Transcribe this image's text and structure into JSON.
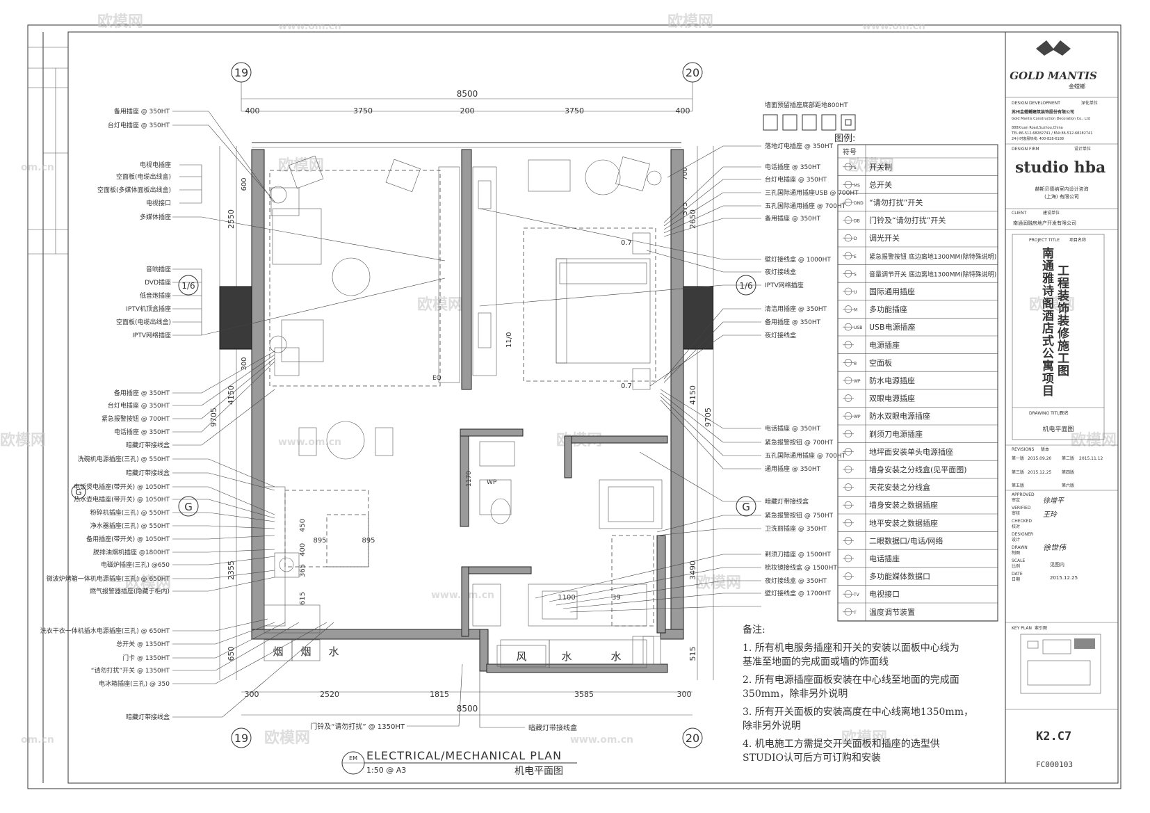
{
  "watermark": {
    "brand": "欧模网",
    "url": "www.om.cn",
    "short": "om.cn"
  },
  "grid": {
    "top_left": "19",
    "top_right": "20",
    "mid_left": "1/6",
    "mid_right": "1/6",
    "g_left": "G",
    "g_right": "G",
    "bottom_left": "19",
    "bottom_right": "20"
  },
  "dimensions": {
    "top_total": "8500",
    "top_a": "400",
    "top_b": "3750",
    "top_c": "200",
    "top_d": "3750",
    "top_e": "400",
    "bottom_total": "8500",
    "bottom_a": "300",
    "bottom_b": "2520",
    "bottom_c": "1815",
    "bottom_d": "3585",
    "bottom_e": "300",
    "left_total": "9705",
    "left_a": "2550",
    "left_b": "4150",
    "left_c": "2355",
    "left_d": "650",
    "left_e": "600",
    "left_f": "300",
    "right_total": "9705",
    "right_a": "2650",
    "right_b": "4150",
    "right_c": "3490",
    "right_d": "515",
    "right_e": "575",
    "right_f": "700",
    "inner_a": "895",
    "inner_b": "895",
    "inner_c": "1100",
    "inner_d": "450",
    "inner_e": "400",
    "inner_f": "365",
    "inner_g": "615",
    "inner_h": "1170",
    "inner_i": "300",
    "inner_j": "39"
  },
  "left_labels": [
    "备用插座 @ 350HT",
    "台灯电插座 @ 350HT",
    "电视电插座",
    "空面板(电缆出线盒)",
    "空面板(多媒体面板出线盒)",
    "电视接口",
    "多媒体插座",
    "音响插座",
    "DVD插座",
    "低音炮插座",
    "IPTV机顶盒插座",
    "空面板(电缆出线盒)",
    "IPTV网络插座",
    "备用插座 @ 350HT",
    "台灯电插座 @ 350HT",
    "紧急报警按钮 @ 700HT",
    "电话插座 @ 350HT",
    "暗藏灯带接线盒",
    "洗碗机电源插座(三孔) @ 550HT",
    "暗藏灯带接线盒",
    "电饭煲电插座(带开关) @ 1050HT",
    "热水壶电插座(带开关) @ 1050HT",
    "粉碎机插座(三孔) @ 550HT",
    "净水器插座(三孔) @ 550HT",
    "备用插座(带开关) @ 1050HT",
    "脱排油烟机插座 @1800HT",
    "电磁炉插座(三孔) @650",
    "微波炉烤箱一体机电源插座(三孔) @ 650HT",
    "燃气报警器插座(隐藏于柜内)",
    "洗衣干衣一体机插水电源插座(三孔) @ 650HT",
    "总开关 @ 1350HT",
    "门卡 @ 1350HT",
    "“请勿打扰”开关 @ 1350HT",
    "电冰箱插座(三孔) @ 350",
    "暗藏灯带接线盒"
  ],
  "right_labels": [
    "墙面预留插座底部距地800HT",
    "落地灯电插座 @ 350HT",
    "电话插座 @ 350HT",
    "台灯电插座 @ 350HT",
    "三孔国际通用插座USB @ 700HT",
    "五孔国际通用插座 @ 700HT",
    "备用插座 @ 350HT",
    "壁灯接线盒 @ 1000HT",
    "夜灯接线盒",
    "IPTV网络插座",
    "清洁用插座 @ 350HT",
    "备用插座 @ 350HT",
    "夜灯接线盒",
    "电话插座 @ 350HT",
    "紧急报警按钮 @ 700HT",
    "五孔国际通用插座 @ 700HT",
    "通用插座 @ 350HT",
    "暗藏灯带接线盒",
    "紧急报警按钮 @ 750HT",
    "卫洗丽插座 @ 350HT",
    "剃须刀插座 @ 1500HT",
    "梳妆镜接线盒 @ 1500HT",
    "夜灯接线盒 @ 350HT",
    "壁灯接线盒 @ 1700HT"
  ],
  "bottom_labels": {
    "doorbell": "门铃及“请勿打扰” @ 1350HT",
    "ledstrip": "暗藏灯带接线盒"
  },
  "room_marks": {
    "a": "烟",
    "b": "烟",
    "c": "水",
    "d": "风",
    "e": "水",
    "f": "水",
    "wp": "WP",
    "eq": "EQ",
    "dim_a": "0.7",
    "dim_b": "0.7",
    "dim_c": "11/0"
  },
  "legend": {
    "title": "图例:",
    "header": "符号",
    "items": [
      {
        "sym": "S",
        "label": "开关制"
      },
      {
        "sym": "MS",
        "label": "总开关"
      },
      {
        "sym": "DND",
        "label": "“请勿打扰”开关"
      },
      {
        "sym": "DB",
        "label": "门铃及“请勿打扰”开关"
      },
      {
        "sym": "D",
        "label": "调光开关"
      },
      {
        "sym": "E",
        "label": "紧急报警按钮 底边离地1300MM(除特殊说明)"
      },
      {
        "sym": "S",
        "label": "音量调节开关 底边离地1300MM(除特殊说明)"
      },
      {
        "sym": "U",
        "label": "国际通用插座"
      },
      {
        "sym": "M",
        "label": "多功能插座"
      },
      {
        "sym": "USB",
        "label": "USB电源插座"
      },
      {
        "sym": "",
        "label": "电源插座"
      },
      {
        "sym": "B",
        "label": "空面板"
      },
      {
        "sym": "WP",
        "label": "防水电源插座"
      },
      {
        "sym": "",
        "label": "双眼电源插座"
      },
      {
        "sym": "WP",
        "label": "防水双眼电源插座"
      },
      {
        "sym": "",
        "label": "剃须刀电源插座"
      },
      {
        "sym": "",
        "label": "地坪面安装单头电源插座"
      },
      {
        "sym": "",
        "label": "墙身安装之分线盒(见平面图)"
      },
      {
        "sym": "",
        "label": "天花安装之分线盒"
      },
      {
        "sym": "",
        "label": "墙身安装之数据插座"
      },
      {
        "sym": "",
        "label": "地平安装之数据插座"
      },
      {
        "sym": "",
        "label": "二眼数据口/电话/网络"
      },
      {
        "sym": "",
        "label": "电话插座"
      },
      {
        "sym": "",
        "label": "多功能媒体数据口"
      },
      {
        "sym": "TV",
        "label": "电视接口"
      },
      {
        "sym": "T",
        "label": "温度调节装置"
      }
    ]
  },
  "notes": {
    "title": "备注:",
    "items": [
      "1. 所有机电服务插座和开关的安装以面板中心线为",
      "基准至地面的完成面或墙的饰面线",
      "2. 所有电源插座面板安装在中心线至地面的完成面",
      "350mm，除非另外说明",
      "3. 所有开关面板的安装高度在中心线离地1350mm，",
      "除非另外说明",
      "4. 机电施工方需提交开关面板和插座的选型供",
      "STUDIO认可后方可订购和安装"
    ]
  },
  "title_plate": {
    "tag": "EM",
    "title_en": "ELECTRICAL/MECHANICAL PLAN",
    "scale": "1:50 @ A3",
    "title_cn": "机电平面图"
  },
  "title_block": {
    "logo": "GOLD MANTIS",
    "logo_cn": "金螳螂",
    "design_dev": "DESIGN DEVELOPMENT",
    "design_dev_cn": "深化单位",
    "company": "苏州金螳螂建筑装饰股份有限公司",
    "company_en": "Gold Mantis Construction Decoration Co., Ltd",
    "address": "888Xiuan Road,Suzhou,China",
    "phone": "TEL:86-512-68282741 / FAX:86-512-68282741",
    "hotline": "24小时客服热线: 400-828-6188",
    "design_firm": "DESIGN FIRM",
    "design_firm_cn": "设计单位",
    "firm": "studio hba",
    "firm_sub": "赫斯贝德纳室内设计咨询",
    "firm_sub2": "(上海) 有限公司",
    "client": "CLIENT",
    "client_cn": "建设单位",
    "client_name": "南通润融房地产开发有限公司",
    "project_title": "PROJECT TITLE",
    "project_title_cn": "项目名称",
    "project_l1": "南通雅诗阁酒店式公寓项目",
    "project_l2": "工程装饰装修施工图",
    "drawing_title": "DRAWING TITLE",
    "drawing_title_cn": "图名",
    "drawing_name": "机电平面图",
    "revisions": "REVISIONS",
    "revisions_cn": "版本",
    "rev1": "第一版",
    "rev1_date": "2015.09.20",
    "rev2": "第二版",
    "rev2_date": "2015.11.12",
    "rev3": "第三版",
    "rev3_date": "2015.12.25",
    "rev4": "第四版",
    "rev5": "第五版",
    "rev6": "第六版",
    "approved": "APPROVED",
    "approved_cn": "审定",
    "verified": "VERIFIED",
    "verified_cn": "审核",
    "checked": "CHECKED",
    "checked_cn": "校对",
    "designer": "DESIGNER",
    "designer_cn": "设计",
    "drawn": "DRAWN",
    "drawn_cn": "制图",
    "scale": "SCALE",
    "scale_cn": "比例",
    "scale_val": "见图内",
    "date": "DATE",
    "date_cn": "日期",
    "date_val": "2015.12.25",
    "key_plan": "KEY PLAN",
    "key_plan_cn": "索引图",
    "sig_approved": "徐增平",
    "sig_verified": "王玲",
    "sig_drawn": "徐世伟",
    "dwg_no": "K2.C7",
    "dwg_code": "FC000103"
  }
}
